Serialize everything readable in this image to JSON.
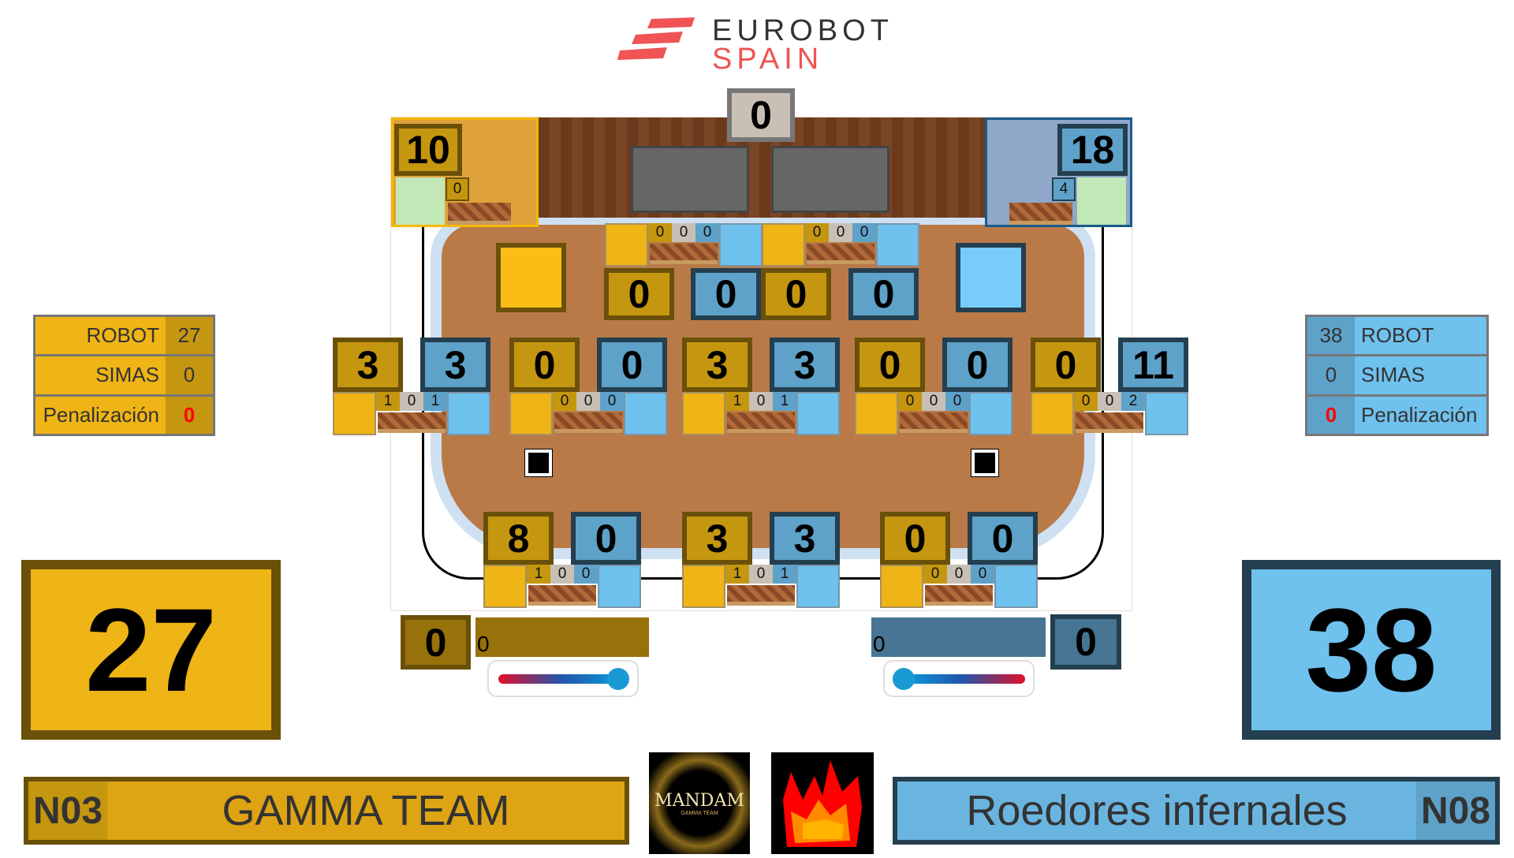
{
  "logo": {
    "line1": "EUROBOT",
    "line2": "SPAIN"
  },
  "field": {
    "top_center": "0",
    "nest_yellow": {
      "score": "10",
      "small": "0"
    },
    "nest_blue": {
      "score": "18",
      "small": "4"
    },
    "top_slots": [
      [
        "0",
        "0",
        "0"
      ],
      [
        "0",
        "0",
        "0"
      ]
    ],
    "top_scores": [
      "0",
      "0",
      "0",
      "0"
    ],
    "mid_scores": [
      "3",
      "3",
      "0",
      "0",
      "3",
      "3",
      "0",
      "0",
      "0",
      "11"
    ],
    "mid_slots": [
      [
        "1",
        "0",
        "1"
      ],
      [
        "0",
        "0",
        "0"
      ],
      [
        "1",
        "0",
        "1"
      ],
      [
        "0",
        "0",
        "0"
      ],
      [
        "0",
        "0",
        "2"
      ]
    ],
    "bottom_scores": [
      "8",
      "0",
      "3",
      "3",
      "0",
      "0"
    ],
    "bottom_slots": [
      [
        "1",
        "0",
        "0"
      ],
      [
        "1",
        "0",
        "1"
      ],
      [
        "0",
        "0",
        "0"
      ]
    ]
  },
  "yellow": {
    "box": "0",
    "bar": "0",
    "total": "27",
    "robot_label": "ROBOT",
    "robot": "27",
    "simas_label": "SIMAS",
    "simas": "0",
    "pen_label": "Penalización",
    "pen": "0",
    "code": "N03",
    "name": "GAMMA TEAM",
    "logo_text": "MANDAM",
    "logo_sub": "GAMMA TEAM"
  },
  "blue": {
    "box": "0",
    "bar": "0",
    "total": "38",
    "robot_label": "ROBOT",
    "robot": "38",
    "simas_label": "SIMAS",
    "simas": "0",
    "pen_label": "Penalización",
    "pen": "0",
    "code": "N08",
    "name": "Roedores infernales"
  },
  "colors": {
    "yellow": "#efb415",
    "gold": "#c5960f",
    "blue": "#5ea2c9",
    "lightblue": "#6fc1ee",
    "penalty": "#ff0000"
  }
}
